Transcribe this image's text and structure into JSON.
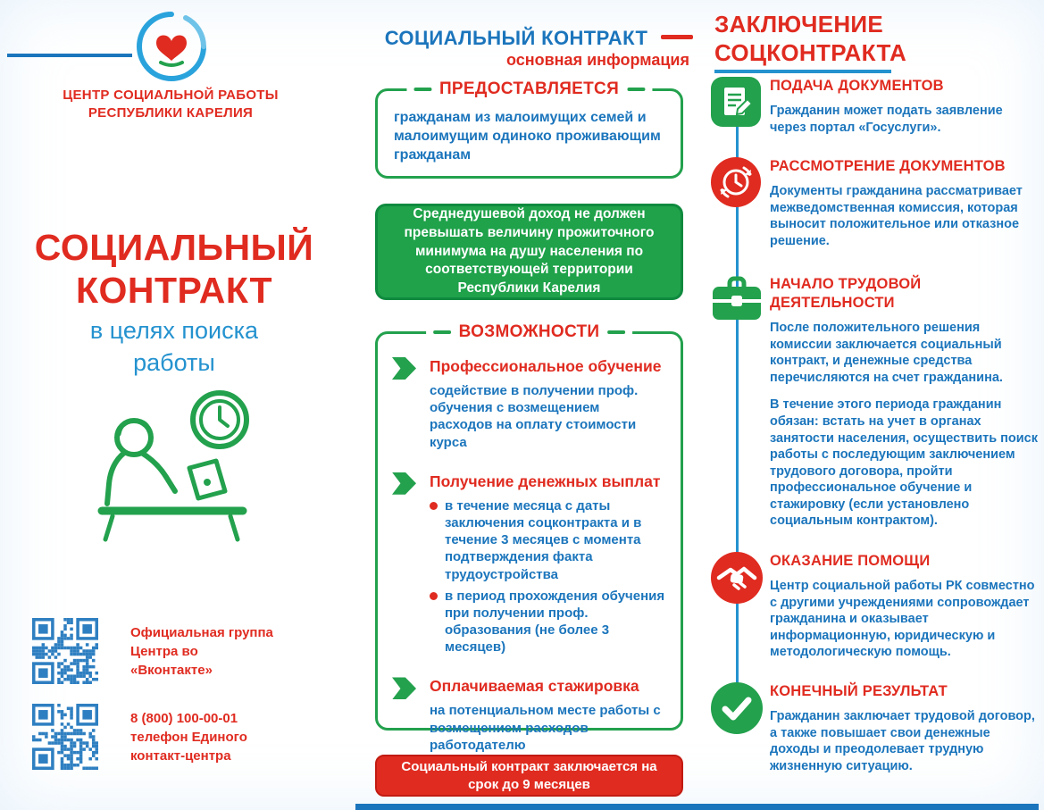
{
  "colors": {
    "red": "#e02b20",
    "blue": "#1b75bc",
    "light_blue": "#2492cf",
    "green": "#23a14d",
    "dark_green": "#0f8a3e",
    "qr_blue": "#2e7fc1",
    "white": "#ffffff"
  },
  "left": {
    "org_name": "ЦЕНТР СОЦИАЛЬНОЙ РАБОТЫ РЕСПУБЛИКИ КАРЕЛИЯ",
    "title": "СОЦИАЛЬНЫЙ КОНТРАКТ",
    "subtitle": "в целях поиска работы",
    "qr_vk_label": "Официальная группа Центра во «Вконтакте»",
    "qr_phone_number": "8 (800) 100-00-01",
    "qr_phone_label": "телефон Единого контакт-центра"
  },
  "middle": {
    "header_title": "СОЦИАЛЬНЫЙ КОНТРАКТ",
    "header_subtitle": "основная информация",
    "provided": {
      "title": "ПРЕДОСТАВЛЯЕТСЯ",
      "text": "гражданам из малоимущих семей и малоимущим одиноко проживающим гражданам"
    },
    "income_note": "Среднедушевой доход не должен превышать величину прожиточного минимума на душу населения по соответствующей территории Республики Карелия",
    "opportunities": {
      "title": "ВОЗМОЖНОСТИ",
      "items": [
        {
          "heading": "Профессиональное обучение",
          "text": "содействие в получении проф. обучения с возмещением расходов на оплату стоимости курса"
        },
        {
          "heading": "Получение денежных выплат",
          "bullets": [
            "в течение месяца с даты заключения соцконтракта и в течение 3 месяцев с момента подтверждения факта трудоустройства",
            "в период прохождения обучения при получении проф. образования (не более 3 месяцев)"
          ]
        },
        {
          "heading": "Оплачиваемая стажировка",
          "text": "на потенциальном месте работы с возмещением расходов работодателю"
        }
      ]
    },
    "duration_note": "Социальный контракт заключается на срок до 9 месяцев"
  },
  "right": {
    "header_line1": "ЗАКЛЮЧЕНИЕ",
    "header_line2": "СОЦКОНТРАКТА",
    "steps": [
      {
        "icon": "document-icon",
        "title": "ПОДАЧА ДОКУМЕНТОВ",
        "text": "Гражданин может подать заявление через портал «Госуслуги»."
      },
      {
        "icon": "review-icon",
        "title": "РАССМОТРЕНИЕ ДОКУМЕНТОВ",
        "text": "Документы гражданина рассматривает межведомственная комиссия, которая выносит положительное или отказное решение."
      },
      {
        "icon": "briefcase-icon",
        "title": "НАЧАЛО ТРУДОВОЙ ДЕЯТЕЛЬНОСТИ",
        "text": "После положительного решения комиссии заключается социальный контракт, и денежные средства перечисляются на счет гражданина.",
        "note_bold": "В течение этого периода гражданин обязан:",
        "note": "встать на учет в органах занятости населения, осуществить поиск работы с последующим заключением трудового договора, пройти профессиональное обучение и стажировку (если установлено социальным контрактом)."
      },
      {
        "icon": "handshake-icon",
        "title": "ОКАЗАНИЕ ПОМОЩИ",
        "text": "Центр социальной работы РК совместно с другими учреждениями сопровождает гражданина и оказывает информационную, юридическую и методологическую помощь."
      },
      {
        "icon": "check-icon",
        "title": "КОНЕЧНЫЙ РЕЗУЛЬТАТ",
        "text": "Гражданин заключает трудовой договор, а также повышает свои денежные доходы и преодолевает трудную жизненную ситуацию."
      }
    ]
  }
}
